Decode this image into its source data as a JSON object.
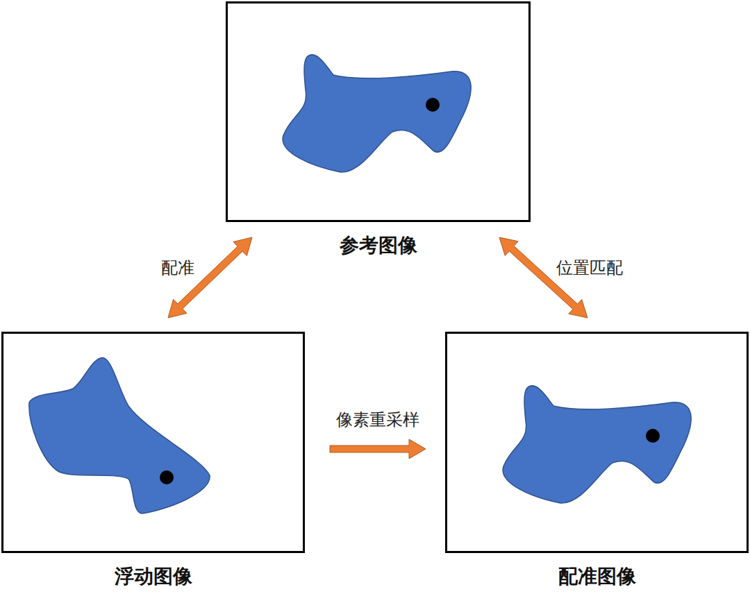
{
  "diagram": {
    "nodes": [
      {
        "text": [
          "参考图像"
        ]
      },
      {
        "text": [
          "浮动图像"
        ]
      },
      {
        "text": [
          "配准图像"
        ]
      }
    ],
    "edges": [
      {
        "from": 1,
        "to": 0,
        "arrow": "both",
        "label": "配准"
      },
      {
        "from": 0,
        "to": 2,
        "arrow": "both",
        "label": "位置匹配"
      },
      {
        "from": 1,
        "to": 2,
        "arrow": "to",
        "label": "像素重采样"
      }
    ]
  }
}
